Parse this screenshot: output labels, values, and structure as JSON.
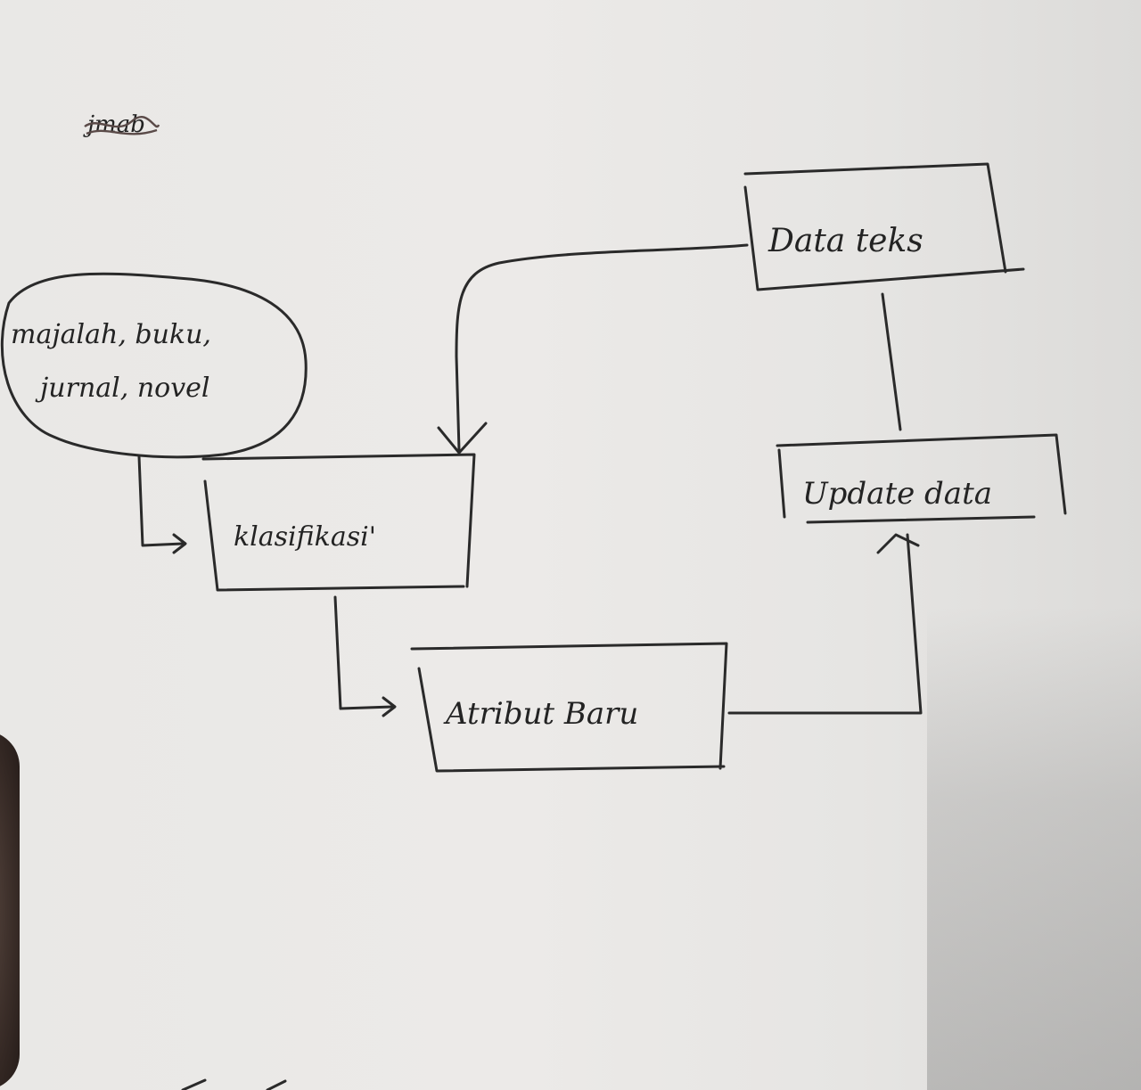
{
  "diagram": {
    "scribble_label": "jmab",
    "nodes": {
      "source": "majalah, buku,",
      "source_line2": "jurnal, novel",
      "klasifikasi": "klasifikasi'",
      "atribut_baru": "Atribut Baru",
      "data_teks": "Data teks",
      "update_data": "Update data"
    }
  },
  "colors": {
    "ink": "#2a2a2a",
    "paper": "#e9e8e6"
  }
}
